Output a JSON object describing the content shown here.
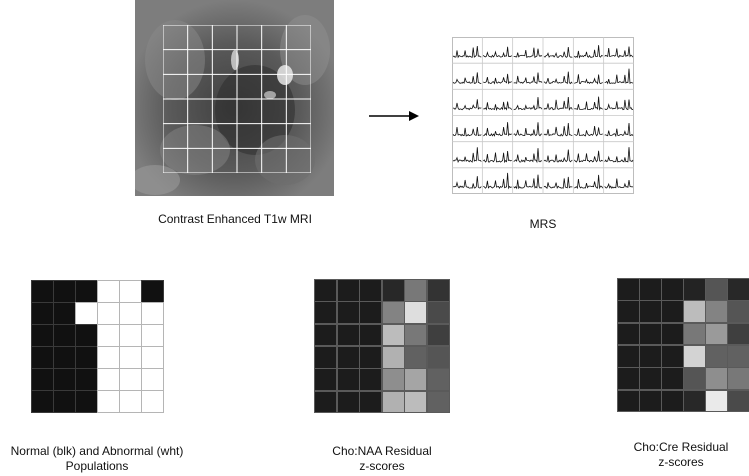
{
  "captions": {
    "mri": "Contrast Enhanced T1w MRI",
    "mrs": "MRS",
    "populations_line1": "Normal (blk) and Abnormal (wht)",
    "populations_line2": "Populations",
    "naa_line1": "Cho:NAA Residual",
    "naa_line2": "z-scores",
    "cre_line1": "Cho:Cre Residual",
    "cre_line2": "z-scores"
  },
  "matrices": {
    "populations": [
      [
        1,
        1,
        1,
        0,
        0,
        1
      ],
      [
        1,
        1,
        0,
        0,
        0,
        0
      ],
      [
        1,
        1,
        1,
        0,
        0,
        0
      ],
      [
        1,
        1,
        1,
        0,
        0,
        0
      ],
      [
        1,
        1,
        1,
        0,
        0,
        0
      ],
      [
        1,
        1,
        1,
        0,
        0,
        0
      ]
    ],
    "cho_naa": [
      [
        0.05,
        0.05,
        0.05,
        0.1,
        0.45,
        0.15
      ],
      [
        0.05,
        0.05,
        0.05,
        0.5,
        0.9,
        0.25
      ],
      [
        0.05,
        0.05,
        0.05,
        0.75,
        0.45,
        0.2
      ],
      [
        0.05,
        0.05,
        0.05,
        0.7,
        0.35,
        0.3
      ],
      [
        0.05,
        0.05,
        0.05,
        0.55,
        0.65,
        0.35
      ],
      [
        0.05,
        0.05,
        0.05,
        0.7,
        0.75,
        0.35
      ]
    ],
    "cho_cre": [
      [
        0.05,
        0.05,
        0.05,
        0.08,
        0.3,
        0.1
      ],
      [
        0.05,
        0.05,
        0.05,
        0.75,
        0.5,
        0.3
      ],
      [
        0.05,
        0.05,
        0.05,
        0.45,
        0.6,
        0.2
      ],
      [
        0.05,
        0.05,
        0.05,
        0.85,
        0.35,
        0.35
      ],
      [
        0.05,
        0.05,
        0.05,
        0.3,
        0.55,
        0.45
      ],
      [
        0.05,
        0.05,
        0.05,
        0.1,
        0.95,
        0.25
      ]
    ]
  },
  "colors": {
    "black_cell": "#111111",
    "white_cell": "#ffffff",
    "grid_line": "#9a9a9a"
  }
}
